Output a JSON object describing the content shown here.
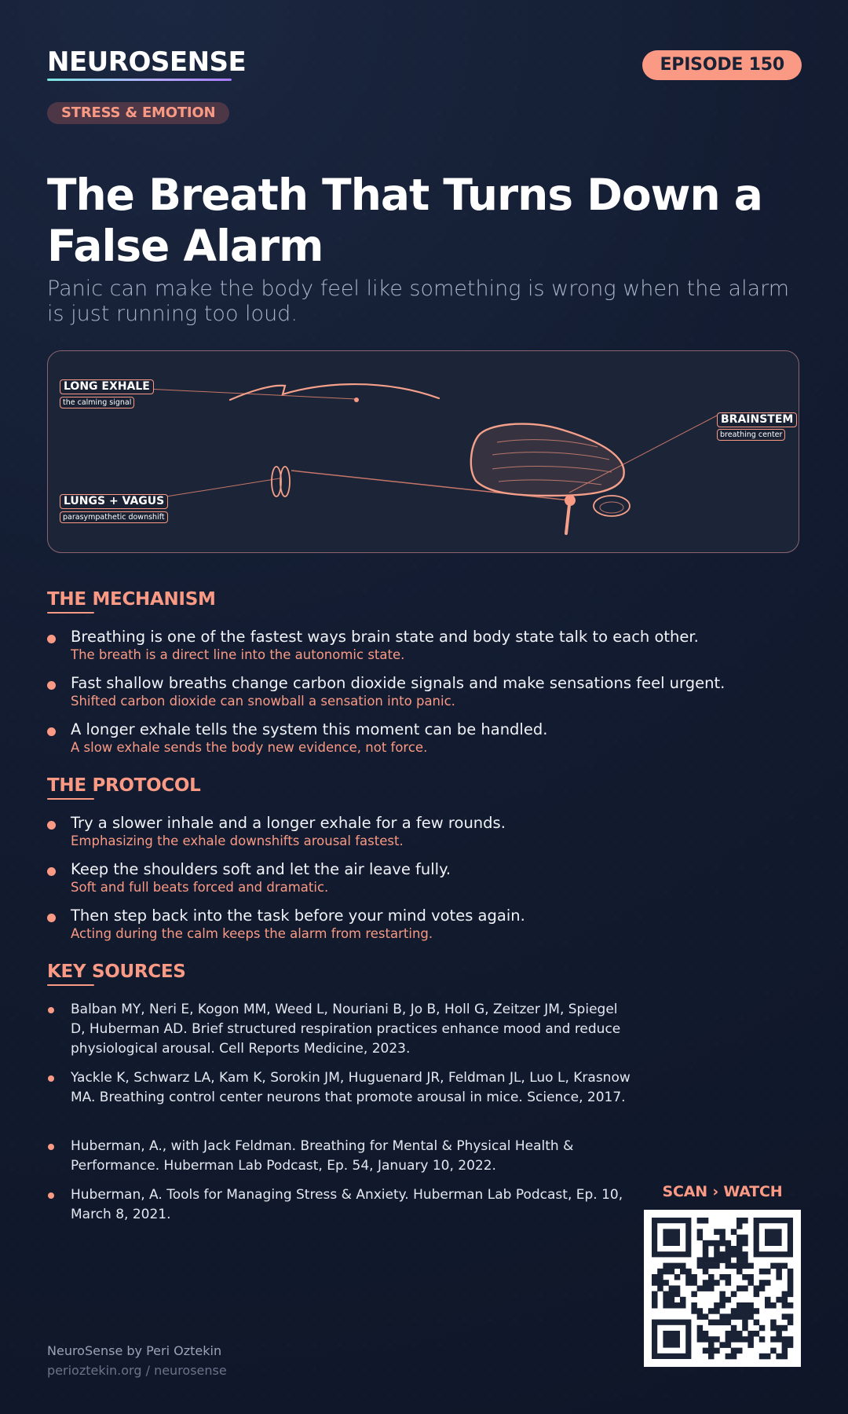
{
  "header": {
    "brand": "NEUROSENSE",
    "episode": "EPISODE 150",
    "category": "STRESS & EMOTION"
  },
  "hero": {
    "title": "The Breath That Turns Down a False Alarm",
    "subtitle": "Panic can make the body feel like something is wrong when the alarm is just running too loud."
  },
  "diagram": {
    "labels": [
      {
        "title": "LONG EXHALE",
        "sub": "the calming signal"
      },
      {
        "title": "BRAINSTEM",
        "sub": "breathing center"
      },
      {
        "title": "LUNGS + VAGUS",
        "sub": "parasympathetic downshift"
      }
    ]
  },
  "mechanism": {
    "heading": "THE MECHANISM",
    "items": [
      {
        "main": "Breathing is one of the fastest ways brain state and body state talk to each other.",
        "sub": "The breath is a direct line into the autonomic state."
      },
      {
        "main": "Fast shallow breaths change carbon dioxide signals and make sensations feel urgent.",
        "sub": "Shifted carbon dioxide can snowball a sensation into panic."
      },
      {
        "main": "A longer exhale tells the system this moment can be handled.",
        "sub": "A slow exhale sends the body new evidence, not force."
      }
    ]
  },
  "protocol": {
    "heading": "THE PROTOCOL",
    "items": [
      {
        "main": "Try a slower inhale and a longer exhale for a few rounds.",
        "sub": "Emphasizing the exhale downshifts arousal fastest."
      },
      {
        "main": "Keep the shoulders soft and let the air leave fully.",
        "sub": "Soft and full beats forced and dramatic."
      },
      {
        "main": "Then step back into the task before your mind votes again.",
        "sub": "Acting during the calm keeps the alarm from restarting."
      }
    ]
  },
  "sources": {
    "heading": "KEY SOURCES",
    "items": [
      "Balban MY, Neri E, Kogon MM, Weed L, Nouriani B, Jo B, Holl G, Zeitzer JM, Spiegel D, Huberman AD. Brief structured respiration practices enhance mood and reduce physiological arousal. Cell Reports Medicine, 2023.",
      "Yackle K, Schwarz LA, Kam K, Sorokin JM, Huguenard JR, Feldman JL, Luo L, Krasnow MA. Breathing control center neurons that promote arousal in mice. Science, 2017.",
      "Huberman, A., with Jack Feldman. Breathing for Mental & Physical Health & Performance. Huberman Lab Podcast, Ep. 54, January 10, 2022.",
      "Huberman, A. Tools for Managing Stress & Anxiety. Huberman Lab Podcast, Ep. 10, March 8, 2021."
    ]
  },
  "qr": {
    "label": "SCAN › WATCH"
  },
  "footer": {
    "credit": "NeuroSense by Peri Oztekin",
    "url": "perioztekin.org / neurosense"
  },
  "colors": {
    "accent": "#fa9a84",
    "background": "#131c31",
    "text": "#f1f3f8"
  }
}
